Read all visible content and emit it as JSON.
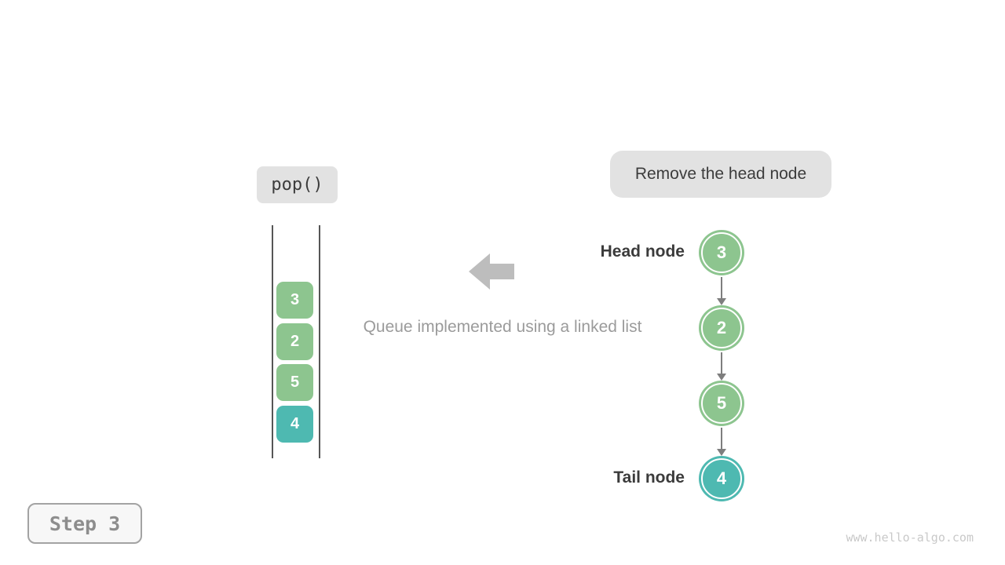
{
  "operation_badge": {
    "label": "pop()"
  },
  "annotation_badge": {
    "label": "Remove the head node"
  },
  "caption": {
    "text": "Queue implemented using a linked list"
  },
  "queue_column": {
    "items": [
      {
        "value": "3",
        "color": "green"
      },
      {
        "value": "2",
        "color": "green"
      },
      {
        "value": "5",
        "color": "green"
      },
      {
        "value": "4",
        "color": "teal"
      }
    ]
  },
  "linked_list": {
    "head_label": "Head node",
    "tail_label": "Tail node",
    "nodes": [
      {
        "value": "3",
        "color": "green"
      },
      {
        "value": "2",
        "color": "green"
      },
      {
        "value": "5",
        "color": "green"
      },
      {
        "value": "4",
        "color": "teal"
      }
    ]
  },
  "step_badge": {
    "label": "Step 3"
  },
  "watermark": {
    "text": "www.hello-algo.com"
  },
  "icons": {
    "direction_arrow": "left-arrow-icon"
  },
  "colors": {
    "green": "#8DC58F",
    "teal": "#4EB9B1",
    "badge_bg": "#E2E2E2",
    "badge_text": "#3C3C3C",
    "caption_gray": "#9B9B9B",
    "arrow_gray": "#BDBDBD",
    "connector_gray": "#7E7E7E",
    "wall_gray": "#565656",
    "label_dark": "#3B3B3B",
    "step_text": "#8D8D8D",
    "step_border": "#A3A3A3",
    "step_bg": "#F7F7F7",
    "watermark_gray": "#C9C9C9",
    "node_text": "#FFFFFF"
  }
}
